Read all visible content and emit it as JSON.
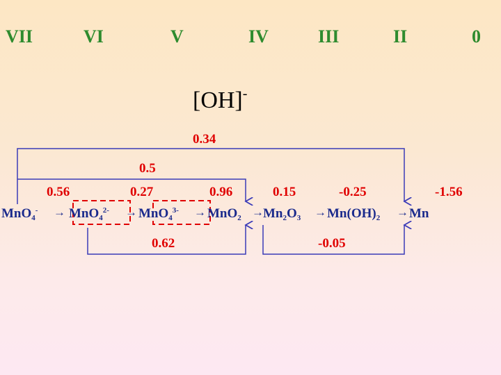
{
  "oxidation_states": [
    "VII",
    "VI",
    "V",
    "IV",
    "III",
    "II",
    "0"
  ],
  "medium": {
    "ion": "[OH]",
    "charge": "-"
  },
  "species": [
    {
      "main": "MnO",
      "sub": "4",
      "sup": "-"
    },
    {
      "main": "MnO",
      "sub": "4",
      "sup": "2-"
    },
    {
      "main": "MnO",
      "sub": "4",
      "sup": "3-"
    },
    {
      "main": "MnO",
      "sub": "2",
      "sup": ""
    },
    {
      "parts": [
        "Mn",
        "2",
        "O",
        "3"
      ]
    },
    {
      "main": "Mn(OH)",
      "sub": "2",
      "sup": ""
    },
    {
      "main": "Mn",
      "sub": "",
      "sup": ""
    }
  ],
  "arrow_glyph": "→",
  "step_potentials": [
    "0.56",
    "0.27",
    "0.96",
    "0.15",
    "-0.25",
    "-1.56"
  ],
  "overall_potentials": {
    "mno4_to_mn": "0.34",
    "mno4_to_mno2": "0.5",
    "mno4_2_to_mno2": "0.62",
    "mno2_to_mn": "-0.05"
  },
  "colors": {
    "oxidation": "#2e8b2e",
    "potential": "#e00000",
    "species": "#1a2a8c",
    "bracket": "#3a3ab8",
    "dashed_box": "#e00000"
  }
}
